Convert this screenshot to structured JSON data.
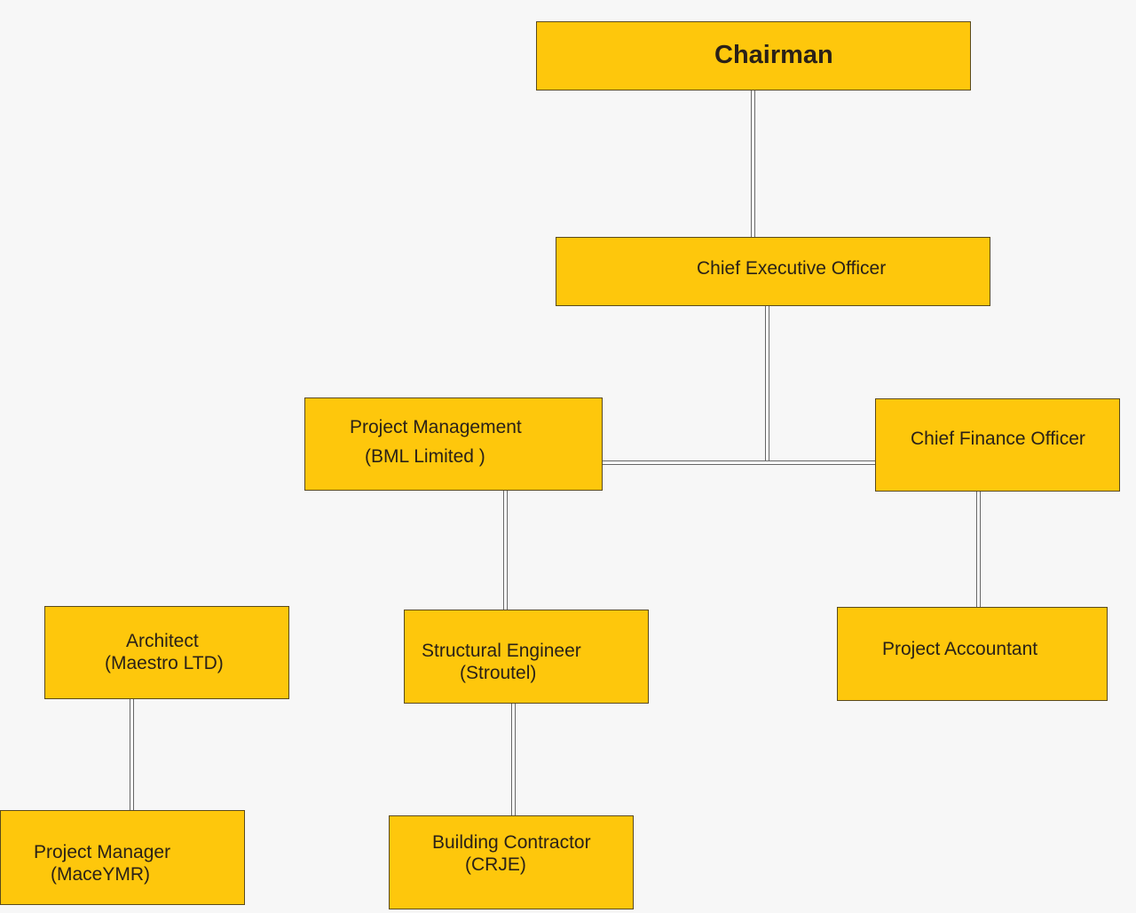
{
  "org_chart": {
    "chairman": {
      "title": "Chairman"
    },
    "ceo": {
      "title": "Chief Executive Officer"
    },
    "project_management": {
      "line1": "Project Management",
      "line2": "(BML Limited )"
    },
    "cfo": {
      "title": "Chief Finance Officer"
    },
    "architect": {
      "line1": "Architect",
      "line2": "(Maestro LTD)"
    },
    "structural_engineer": {
      "line1": "Structural Engineer",
      "line2": "(Stroutel)"
    },
    "project_accountant": {
      "title": "Project Accountant"
    },
    "project_manager": {
      "line1": "Project Manager",
      "line2": "(MaceYMR)"
    },
    "building_contractor": {
      "line1": "Building Contractor",
      "line2": "(CRJE)"
    }
  },
  "colors": {
    "box_fill": "#fec70c",
    "box_border": "#5a4a1c",
    "background": "#f7f7f7"
  }
}
